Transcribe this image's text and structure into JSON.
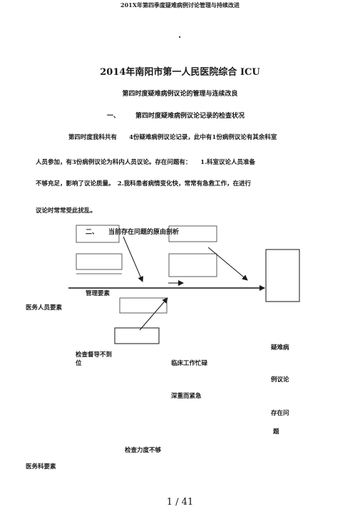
{
  "header": {
    "text": "201X年第四季度疑难病例讨论管理与持续改进"
  },
  "doc": {
    "dot": ".",
    "title": "2014年南阳市第一人民医院综合 ICU",
    "subtitle": "第四时度疑难病例议论的管理与连续改良",
    "section1": {
      "num": "一、",
      "title": "第四时度疑难病例议论记录的检查状况"
    },
    "paragraph": {
      "line1": "第四时度我科共有　　4份疑难病例议论记录，此中有1份病例议论有其余科室",
      "line2": "人员参加，有3份病例议论为科内人员议论。存在问题有：　　1.科室议论人员准备",
      "line3": "不够充足，影响了议论质量。　2.我科患者病情变化快，常常有急救工作，在进行",
      "line4": "议论时常常受此扰乱。"
    },
    "section2": {
      "num": "二、",
      "title": "当前存在问题的原由剖析"
    }
  },
  "diagram": {
    "labels": {
      "management": "管理要素",
      "medical_staff": "医务人员要素",
      "inspect_line1": "检查督导不到",
      "inspect_line2": "位",
      "clinical_busy": "临床工作忙碌",
      "severe_urgent": "深重而紧急",
      "inspect_force": "检查力度不够",
      "medical_dept": "医务科要素",
      "effect_1": "疑难病",
      "effect_2": "例议论",
      "effect_3": "存在问",
      "effect_4": "题"
    }
  },
  "footer": {
    "page": "1 / 41"
  }
}
